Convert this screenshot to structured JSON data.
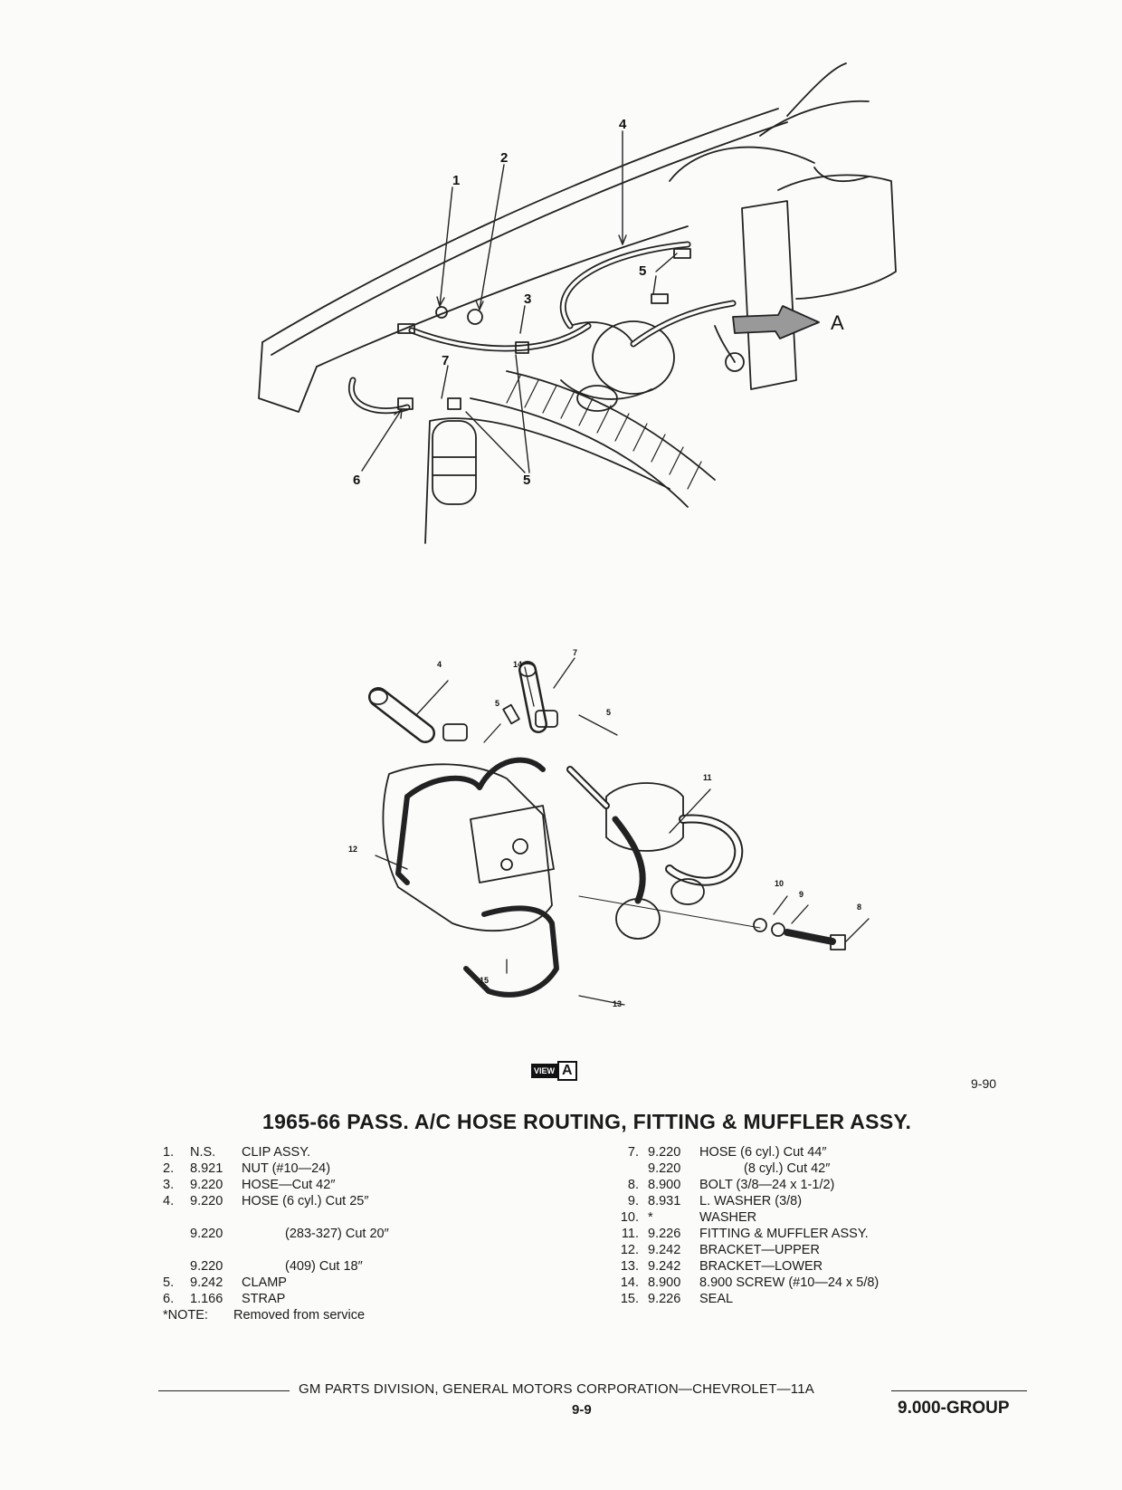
{
  "figure": {
    "number": "9-90",
    "view_label_word": "VIEW",
    "view_label_letter": "A",
    "top_callouts": {
      "c1": "1",
      "c2": "2",
      "c3": "3",
      "c4": "4",
      "c5a": "5",
      "c5b": "5",
      "c6": "6",
      "c7": "7",
      "a": "A"
    },
    "bottom_callouts": {
      "c4": "4",
      "c5a": "5",
      "c5b": "5",
      "c7": "7",
      "c8": "8",
      "c9": "9",
      "c10": "10",
      "c11": "11",
      "c12": "12",
      "c13": "13",
      "c14": "14",
      "c15": "15"
    }
  },
  "title": "1965-66 PASS. A/C HOSE ROUTING, FITTING & MUFFLER ASSY.",
  "parts_left": [
    {
      "num": "1.",
      "group": "N.S.",
      "desc": "CLIP ASSY."
    },
    {
      "num": "2.",
      "group": "8.921",
      "desc": "NUT (#10—24)"
    },
    {
      "num": "3.",
      "group": "9.220",
      "desc": "HOSE—Cut 42″"
    },
    {
      "num": "4.",
      "group": "9.220",
      "desc": "HOSE (6 cyl.) Cut 25″"
    },
    {
      "num": "",
      "group": "9.220",
      "desc": "(283-327) Cut 20″"
    },
    {
      "num": "",
      "group": "9.220",
      "desc": "(409) Cut 18″"
    },
    {
      "num": "5.",
      "group": "9.242",
      "desc": "CLAMP"
    },
    {
      "num": "6.",
      "group": "1.166",
      "desc": "STRAP"
    }
  ],
  "note": {
    "label": "*NOTE:",
    "text": "Removed from service"
  },
  "parts_right": [
    {
      "num": "7.",
      "group": "9.220",
      "desc": "HOSE (6 cyl.) Cut 44″"
    },
    {
      "num": "",
      "group": "9.220",
      "desc": "(8 cyl.) Cut 42″"
    },
    {
      "num": "8.",
      "group": "8.900",
      "desc": "BOLT (3/8—24 x 1-1/2)"
    },
    {
      "num": "9.",
      "group": "8.931",
      "desc": "L. WASHER (3/8)"
    },
    {
      "num": "10.",
      "group": "*",
      "desc": "WASHER"
    },
    {
      "num": "11.",
      "group": "9.226",
      "desc": "FITTING & MUFFLER ASSY."
    },
    {
      "num": "12.",
      "group": "9.242",
      "desc": "BRACKET—UPPER"
    },
    {
      "num": "13.",
      "group": "9.242",
      "desc": "BRACKET—LOWER"
    },
    {
      "num": "14.",
      "group": "8.900",
      "desc": "8.900 SCREW (#10—24 x 5/8)"
    },
    {
      "num": "15.",
      "group": "9.226",
      "desc": "SEAL"
    }
  ],
  "footer": {
    "text": "GM PARTS DIVISION, GENERAL MOTORS CORPORATION—CHEVROLET—11A",
    "page": "9-9",
    "group": "9.000-GROUP"
  }
}
